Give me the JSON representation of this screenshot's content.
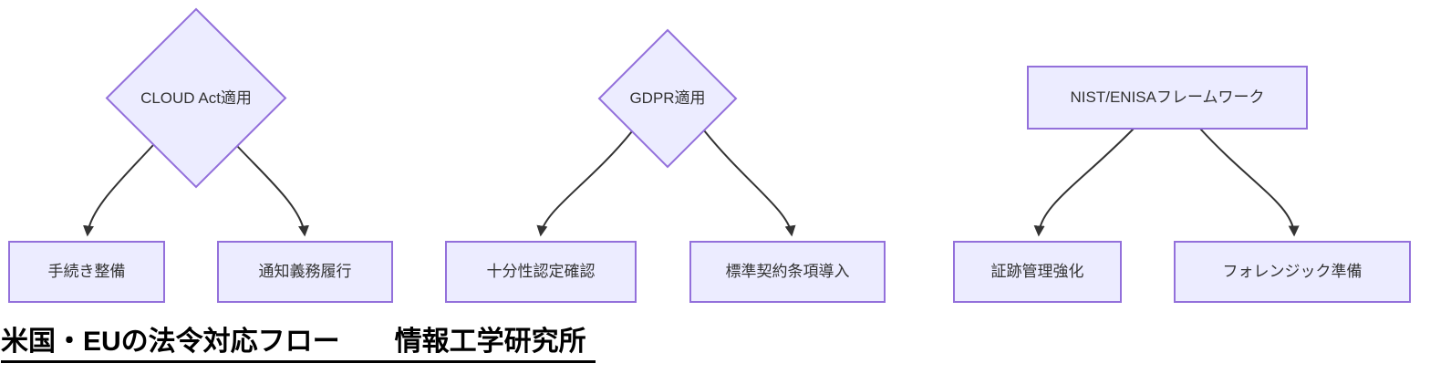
{
  "diagram": {
    "title": "米国・EUの法令対応フロー　　情報工学研究所",
    "colors": {
      "node_fill": "#ECECFF",
      "node_border": "#9370DB",
      "edge": "#333333",
      "node_text": "#333333",
      "title_text": "#000000",
      "background": "#ffffff"
    },
    "groups": [
      {
        "parent": {
          "shape": "diamond",
          "label": "CLOUD Act適用"
        },
        "children": [
          {
            "label": "手続き整備"
          },
          {
            "label": "通知義務履行"
          }
        ]
      },
      {
        "parent": {
          "shape": "diamond",
          "label": "GDPR適用"
        },
        "children": [
          {
            "label": "十分性認定確認"
          },
          {
            "label": "標準契約条項導入"
          }
        ]
      },
      {
        "parent": {
          "shape": "rect",
          "label": "NIST/ENISAフレームワーク"
        },
        "children": [
          {
            "label": "証跡管理強化"
          },
          {
            "label": "フォレンジック準備"
          }
        ]
      }
    ]
  }
}
